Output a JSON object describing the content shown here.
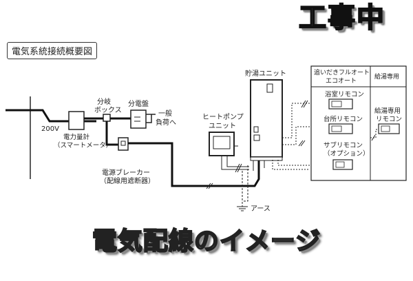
{
  "badge": "工事中",
  "diagram_title": "電気系統接続概要図",
  "caption": "電気配線のイメージ",
  "labels": {
    "voltage": "200V",
    "meter_l1": "電力量計",
    "meter_l2": "（スマートメータ）",
    "branch_box_l1": "分岐",
    "branch_box_l2": "ボックス",
    "panel": "分電盤",
    "load_l1": "一般",
    "load_l2": "負荷へ",
    "storage_unit": "貯湯ユニット",
    "heatpump_l1": "ヒートポンプ",
    "heatpump_l2": "ユニット",
    "breaker_l1": "電源ブレーカー",
    "breaker_l2": "（配線用遮断器）",
    "ground": "アース"
  },
  "remote_table": {
    "header_left_l1": "追いだきフルオート",
    "header_left_l2": "エコオート",
    "header_right": "給湯専用",
    "items": [
      "浴室リモコン",
      "台所リモコン",
      "サブリモコン"
    ],
    "sub_note": "（オプション）",
    "right_l1": "給湯専用",
    "right_l2": "リモコン"
  }
}
